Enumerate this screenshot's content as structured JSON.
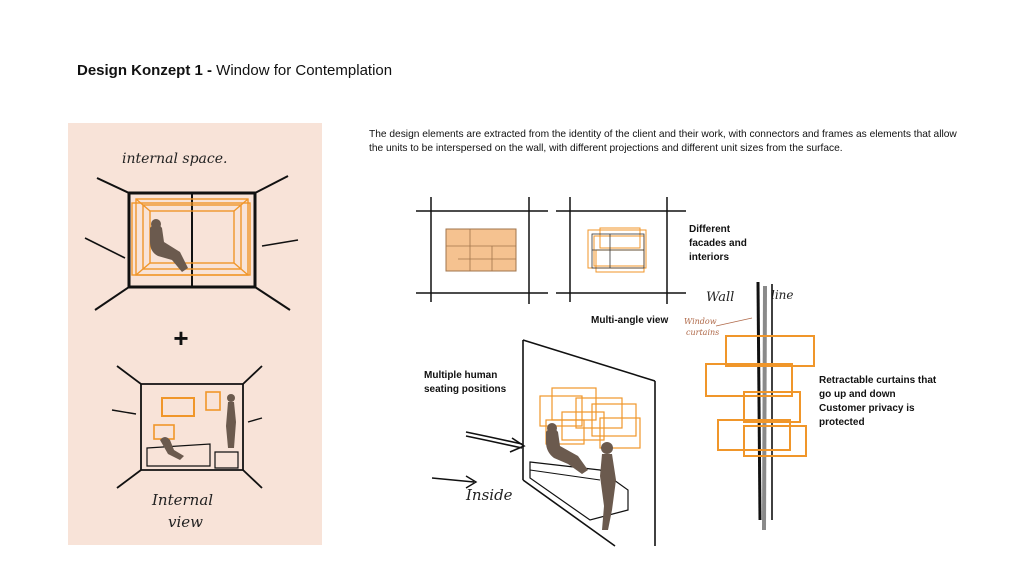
{
  "title": {
    "bold": "Design Konzept 1 -",
    "rest": " Window for Contemplation"
  },
  "description": "The design elements are extracted from the identity of the client and their work, with connectors and frames as elements that allow the units to be interspersed on the wall, with different projections and different unit sizes from the surface.",
  "labels": {
    "facades": "Different facades and interiors",
    "multiangle": "Multi-angle view",
    "seating": "Multiple human seating positions",
    "curtains": "Retractable curtains that go up and down Customer privacy is protected"
  },
  "sketch_notes": {
    "internal_space": "internal space.",
    "internal_view": "Internal view",
    "plus": "+",
    "inside": "Inside",
    "wall": "Wall",
    "line": "line",
    "window_curtains": "Window curtains"
  },
  "colors": {
    "panel": "#f8e3d8",
    "accent": "#f0962a",
    "figure": "#6b5a4e",
    "ink": "#111111"
  }
}
